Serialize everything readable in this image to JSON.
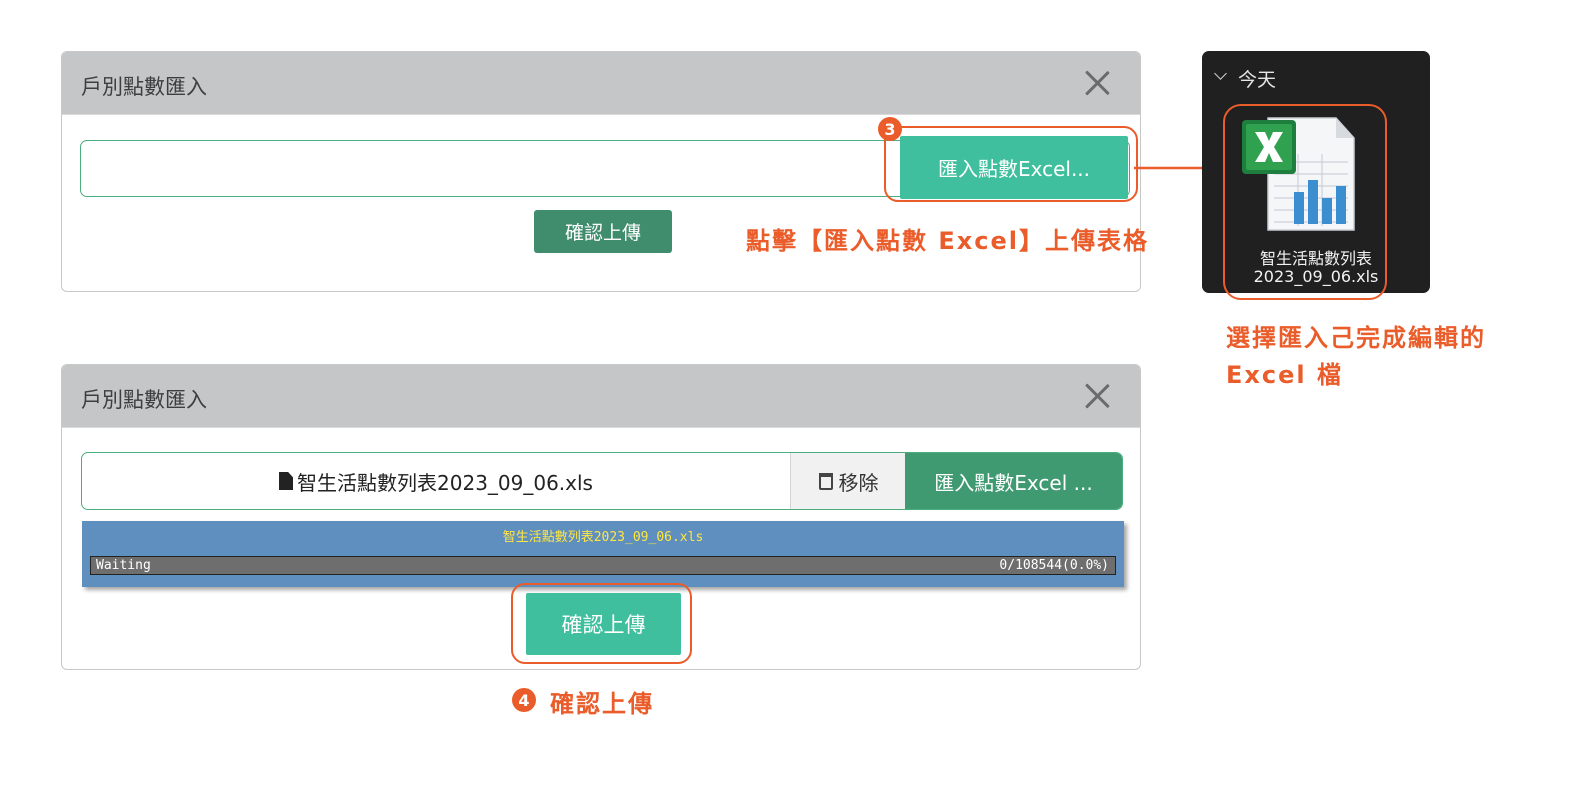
{
  "dialog_top": {
    "title": "戶別點數匯入",
    "import_button": "匯入點數Excel...",
    "confirm_button": "確認上傳"
  },
  "dialog_bottom": {
    "title": "戶別點數匯入",
    "file_name": "智生活點數列表2023_09_06.xls",
    "remove_button": "移除",
    "import_button": "匯入點數Excel ...",
    "progress_filename": "智生活點數列表2023_09_06.xls",
    "progress_status": "Waiting",
    "progress_count": "0/108544(0.0%)",
    "progress_fraction": 0.0,
    "confirm_button": "確認上傳"
  },
  "explorer": {
    "group_label": "今天",
    "file_name_line1": "智生活點數列表",
    "file_name_line2": "2023_09_06.xls"
  },
  "annotations": {
    "step3_number": "3",
    "step3_text": "點擊【匯入點數 Excel】上傳表格",
    "select_text_line1": "選擇匯入己完成編輯的",
    "select_text_line2": "Excel 檔",
    "step4_number": "4",
    "step4_text": "確認上傳"
  },
  "colors": {
    "annotation": "#ea5c2a",
    "teal_button": "#3fbf9d",
    "green_button": "#3f8d6c",
    "progress_bg": "#5f8fbf",
    "header_bg": "#c4c6c8",
    "explorer_bg": "#202020"
  }
}
